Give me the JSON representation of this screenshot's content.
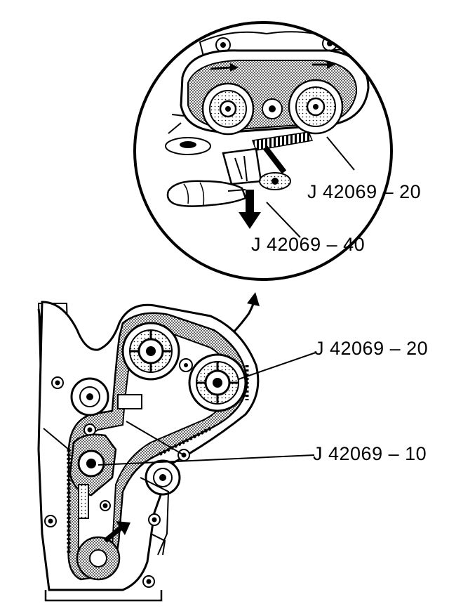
{
  "labels": {
    "detail_j20": "J 42069 – 20",
    "detail_j40": "J 42069 – 40",
    "main_j20": "J 42069 – 20",
    "main_j10": "J 42069 – 10"
  },
  "colors": {
    "ink": "#000000",
    "paper": "#ffffff",
    "stipple": "#8a8a8a"
  }
}
